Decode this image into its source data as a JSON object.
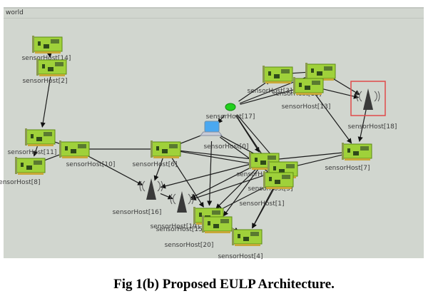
{
  "panel": {
    "title": "world"
  },
  "caption": "Fig 1(b)  Proposed EULP Architecture.",
  "colors": {
    "card": "#9fd13a",
    "card_dark": "#5c8a14",
    "sink": "#22d01e",
    "frame": "#e04a4a",
    "laptop": "#4aa8f0"
  },
  "nodes": [
    {
      "id": "n14",
      "label": "sensorHost[14]",
      "type": "card"
    },
    {
      "id": "n2",
      "label": "sensorHost[2]",
      "type": "card"
    },
    {
      "id": "n11",
      "label": "sensorHost[11]",
      "type": "card"
    },
    {
      "id": "n8",
      "label": "sensorHost[8]",
      "type": "card"
    },
    {
      "id": "n10",
      "label": "sensorHost[10]",
      "type": "card"
    },
    {
      "id": "n6",
      "label": "sensorHost[6]",
      "type": "card"
    },
    {
      "id": "n0",
      "label": "sensorHost[0]",
      "type": "laptop"
    },
    {
      "id": "n17",
      "label": "sensorHost[17]",
      "type": "sink"
    },
    {
      "id": "n3",
      "label": "sensorHost[3]",
      "type": "card"
    },
    {
      "id": "n12",
      "label": "sensorHost[12]",
      "type": "card"
    },
    {
      "id": "n13",
      "label": "sensorHost[13]",
      "type": "card"
    },
    {
      "id": "n18",
      "label": "sensorHost[18]",
      "type": "tower-selected"
    },
    {
      "id": "n7",
      "label": "sensorHost[7]",
      "type": "card"
    },
    {
      "id": "n9",
      "label": "sensorHost[9]",
      "type": "card"
    },
    {
      "id": "n5",
      "label": "sensorHost[5]",
      "type": "card"
    },
    {
      "id": "n1",
      "label": "sensorHost[1]",
      "type": "card"
    },
    {
      "id": "n16",
      "label": "sensorHost[16]",
      "type": "tower"
    },
    {
      "id": "n19",
      "label": "sensorHost[19]",
      "type": "tower"
    },
    {
      "id": "n15",
      "label": "sensorHost[15]",
      "type": "card"
    },
    {
      "id": "n20",
      "label": "sensorHost[20]",
      "type": "card"
    },
    {
      "id": "n4",
      "label": "sensorHost[4]",
      "type": "card"
    }
  ],
  "edges": [
    [
      "n14",
      "n2"
    ],
    [
      "n2",
      "n11"
    ],
    [
      "n11",
      "n8"
    ],
    [
      "n8",
      "n10"
    ],
    [
      "n10",
      "n11"
    ],
    [
      "n6",
      "n10"
    ],
    [
      "n10",
      "n16"
    ],
    [
      "n17",
      "n3"
    ],
    [
      "n17",
      "n12"
    ],
    [
      "n17",
      "n13"
    ],
    [
      "n17",
      "n0"
    ],
    [
      "n17",
      "n9"
    ],
    [
      "n17",
      "n5"
    ],
    [
      "n17",
      "n1"
    ],
    [
      "n13",
      "n7"
    ],
    [
      "n18",
      "n7"
    ],
    [
      "n3",
      "n12"
    ],
    [
      "n12",
      "n18"
    ],
    [
      "n13",
      "n18"
    ],
    [
      "n0",
      "n6"
    ],
    [
      "n6",
      "n9"
    ],
    [
      "n6",
      "n5"
    ],
    [
      "n6",
      "n15"
    ],
    [
      "n6",
      "n16"
    ],
    [
      "n9",
      "n16"
    ],
    [
      "n9",
      "n19"
    ],
    [
      "n9",
      "n15"
    ],
    [
      "n9",
      "n20"
    ],
    [
      "n5",
      "n4"
    ],
    [
      "n1",
      "n4"
    ],
    [
      "n5",
      "n19"
    ],
    [
      "n1",
      "n15"
    ],
    [
      "n0",
      "n15"
    ],
    [
      "n7",
      "n9"
    ],
    [
      "n7",
      "n5"
    ],
    [
      "n15",
      "n4"
    ],
    [
      "n16",
      "n19"
    ],
    [
      "n0",
      "n5"
    ],
    [
      "n0",
      "n1"
    ]
  ]
}
